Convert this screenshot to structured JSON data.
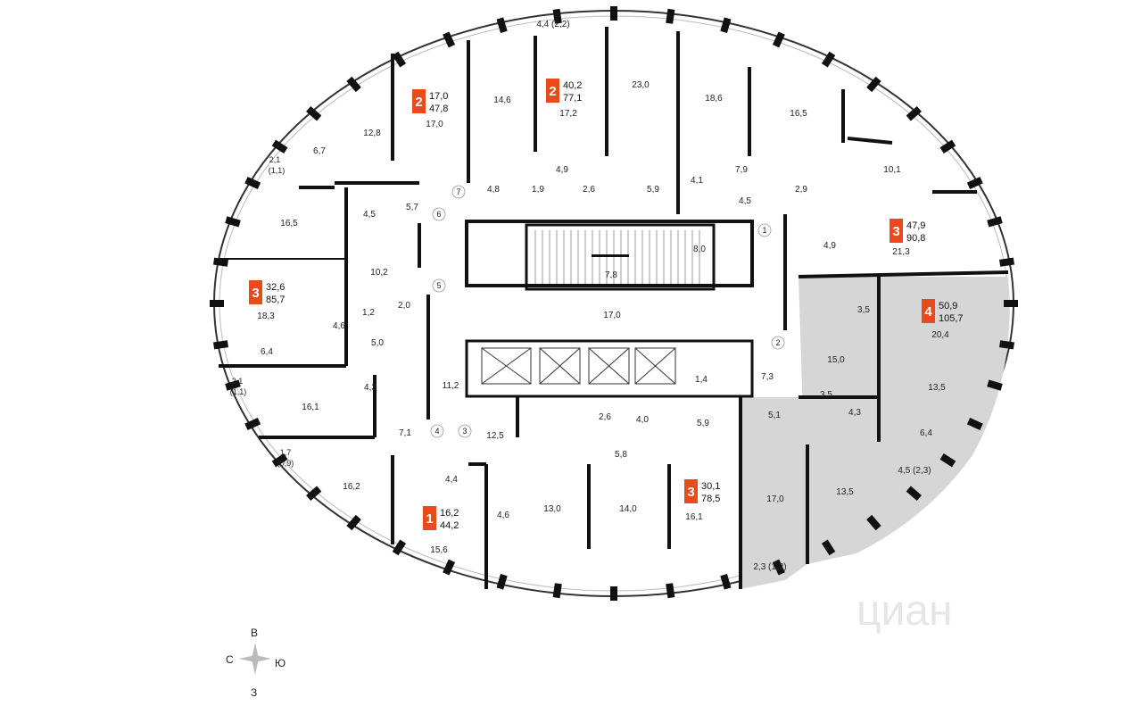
{
  "plan": {
    "rooms": [
      {
        "id": "r1",
        "label": "4,4 (2,2)"
      },
      {
        "id": "r2",
        "label": "23,0"
      },
      {
        "id": "r3",
        "label": "18,6"
      },
      {
        "id": "r4",
        "label": "16,5"
      },
      {
        "id": "r5",
        "label": "14,6"
      },
      {
        "id": "r6",
        "label": "17,2"
      },
      {
        "id": "r7",
        "label": "12,8"
      },
      {
        "id": "r8",
        "label": "17,0"
      },
      {
        "id": "r9",
        "label": "6,7"
      },
      {
        "id": "r10",
        "label": "2,1"
      },
      {
        "id": "r11",
        "label": "(1,1)"
      },
      {
        "id": "r12",
        "label": "10,1"
      },
      {
        "id": "r13",
        "label": "4,9"
      },
      {
        "id": "r14",
        "label": "7,9"
      },
      {
        "id": "r15",
        "label": "4,8"
      },
      {
        "id": "r16",
        "label": "1,9"
      },
      {
        "id": "r17",
        "label": "2,6"
      },
      {
        "id": "r18",
        "label": "5,9"
      },
      {
        "id": "r19",
        "label": "4,1"
      },
      {
        "id": "r20",
        "label": "4,5"
      },
      {
        "id": "r21",
        "label": "2,9"
      },
      {
        "id": "r22",
        "label": "16,5"
      },
      {
        "id": "r23",
        "label": "4,5"
      },
      {
        "id": "r24",
        "label": "5,7"
      },
      {
        "id": "r25",
        "label": "21,3"
      },
      {
        "id": "r26",
        "label": "4,9"
      },
      {
        "id": "r27",
        "label": "8,0"
      },
      {
        "id": "r28",
        "label": "10,2"
      },
      {
        "id": "r29",
        "label": "7,8"
      },
      {
        "id": "r30",
        "label": "18,3"
      },
      {
        "id": "r31",
        "label": "2,0"
      },
      {
        "id": "r32",
        "label": "1,2"
      },
      {
        "id": "r33",
        "label": "4,6"
      },
      {
        "id": "r34",
        "label": "17,0"
      },
      {
        "id": "r35",
        "label": "3,5"
      },
      {
        "id": "r36",
        "label": "20,4"
      },
      {
        "id": "r37",
        "label": "6,4"
      },
      {
        "id": "r38",
        "label": "5,0"
      },
      {
        "id": "r39",
        "label": "15,0"
      },
      {
        "id": "r40",
        "label": "4,3"
      },
      {
        "id": "r41",
        "label": "11,2"
      },
      {
        "id": "r42",
        "label": "1,4"
      },
      {
        "id": "r43",
        "label": "7,3"
      },
      {
        "id": "r44",
        "label": "2,1"
      },
      {
        "id": "r45",
        "label": "(1,1)"
      },
      {
        "id": "r46",
        "label": "3,5"
      },
      {
        "id": "r47",
        "label": "13,5"
      },
      {
        "id": "r48",
        "label": "16,1"
      },
      {
        "id": "r49",
        "label": "4,3"
      },
      {
        "id": "r50",
        "label": "2,6"
      },
      {
        "id": "r51",
        "label": "4,0"
      },
      {
        "id": "r52",
        "label": "5,9"
      },
      {
        "id": "r53",
        "label": "5,1"
      },
      {
        "id": "r54",
        "label": "7,1"
      },
      {
        "id": "r55",
        "label": "12,5"
      },
      {
        "id": "r56",
        "label": "6,4"
      },
      {
        "id": "r57",
        "label": "1,7"
      },
      {
        "id": "r58",
        "label": "(0,9)"
      },
      {
        "id": "r59",
        "label": "5,8"
      },
      {
        "id": "r60",
        "label": "4,5 (2,3)"
      },
      {
        "id": "r61",
        "label": "4,4"
      },
      {
        "id": "r62",
        "label": "16,2"
      },
      {
        "id": "r63",
        "label": "13,0"
      },
      {
        "id": "r64",
        "label": "14,0"
      },
      {
        "id": "r65",
        "label": "17,0"
      },
      {
        "id": "r66",
        "label": "13,5"
      },
      {
        "id": "r67",
        "label": "4,6"
      },
      {
        "id": "r68",
        "label": "16,1"
      },
      {
        "id": "r69",
        "label": "15,6"
      },
      {
        "id": "r70",
        "label": "2,3 (1,2)"
      }
    ],
    "doors": [
      {
        "id": "d1",
        "label": "7"
      },
      {
        "id": "d2",
        "label": "6"
      },
      {
        "id": "d3",
        "label": "5"
      },
      {
        "id": "d4",
        "label": "1"
      },
      {
        "id": "d5",
        "label": "2"
      },
      {
        "id": "d6",
        "label": "4"
      },
      {
        "id": "d7",
        "label": "3"
      }
    ],
    "apartments": [
      {
        "id": "a1",
        "rooms": "2",
        "living": "17,0",
        "total": "47,8"
      },
      {
        "id": "a2",
        "rooms": "2",
        "living": "40,2",
        "total": "77,1"
      },
      {
        "id": "a3",
        "rooms": "3",
        "living": "47,9",
        "total": "90,8"
      },
      {
        "id": "a4",
        "rooms": "3",
        "living": "32,6",
        "total": "85,7"
      },
      {
        "id": "a5",
        "rooms": "4",
        "living": "50,9",
        "total": "105,7"
      },
      {
        "id": "a6",
        "rooms": "3",
        "living": "30,1",
        "total": "78,5"
      },
      {
        "id": "a7",
        "rooms": "1",
        "living": "16,2",
        "total": "44,2"
      }
    ]
  },
  "compass": {
    "north": "В",
    "west": "С",
    "east": "Ю",
    "south": "З"
  },
  "watermark": {
    "text": "циан"
  },
  "colors": {
    "badge": "#e8491d",
    "highlight": "#d6d6d6",
    "wall": "#111111"
  }
}
